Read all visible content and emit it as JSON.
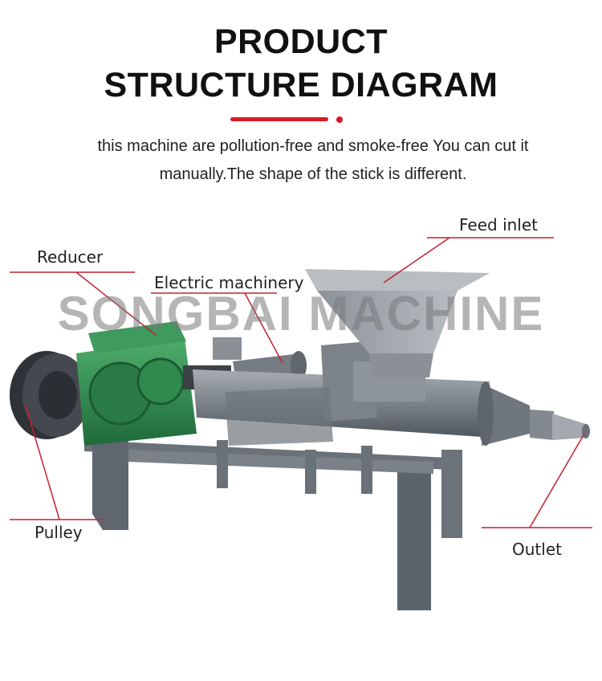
{
  "header": {
    "title_line1": "PRODUCT",
    "title_line2": "STRUCTURE DIAGRAM",
    "subtitle_line1": "this machine are pollution-free and smoke-free You can cut it",
    "subtitle_line2": "manually.The shape of the stick is different.",
    "accent_color": "#d9182a"
  },
  "watermark": "SONGBAI MACHINE",
  "labels": {
    "feed_inlet": "Feed inlet",
    "reducer": "Reducer",
    "electric_machinery": "Electric machinery",
    "pulley": "Pulley",
    "outlet": "Outlet"
  },
  "colors": {
    "reducer_green": "#2f8a4e",
    "machine_gray": "#7d838a",
    "frame_gray": "#5f6670",
    "pulley_dark": "#3a3d42"
  }
}
